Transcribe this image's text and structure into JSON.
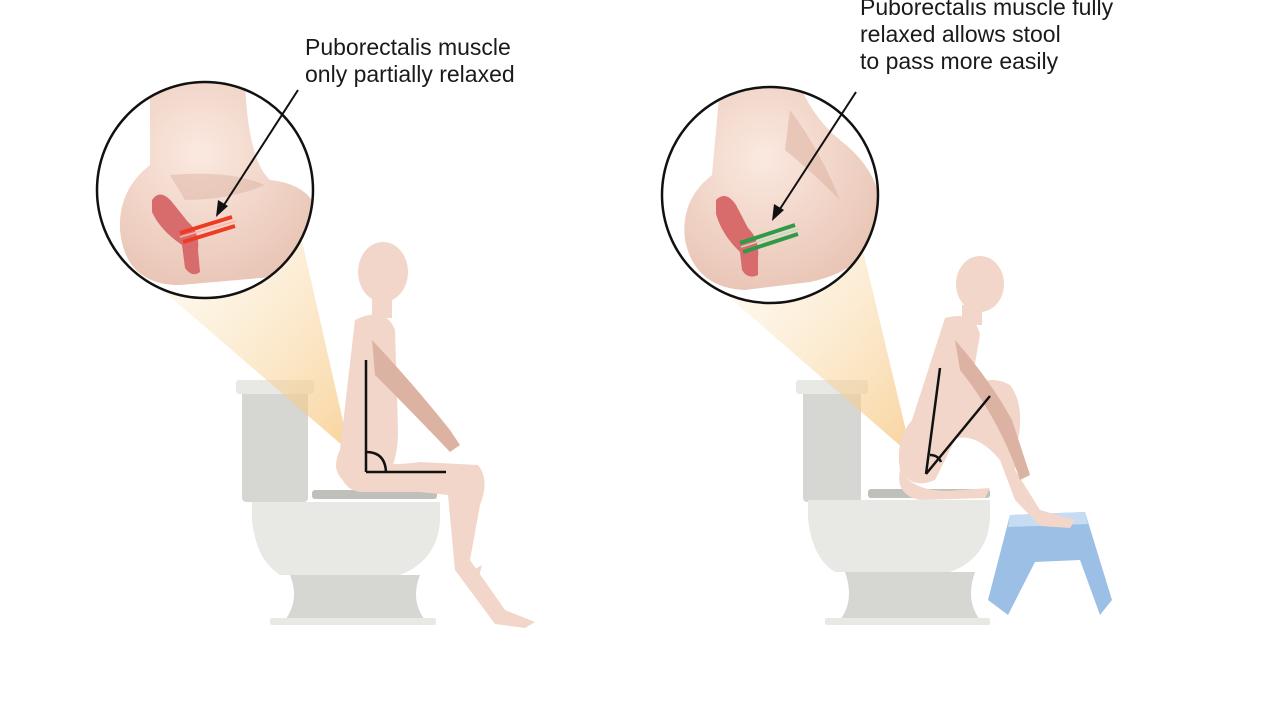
{
  "panels": [
    {
      "id": "left",
      "caption_lines": [
        "Puborectalis muscle",
        "only partially relaxed"
      ],
      "muscle_color": "#ee3b24",
      "posture": "seated"
    },
    {
      "id": "right",
      "caption_lines": [
        "Puborectalis muscle fully",
        "relaxed allows stool",
        "to pass more easily"
      ],
      "muscle_color": "#2f9a48",
      "posture": "squatting-with-footstool"
    }
  ],
  "colors": {
    "skin": "#f2d6c9",
    "skin_shadow": "#dcb3a3",
    "toilet": "#d6d6d3",
    "toilet_light": "#e8e8e5",
    "seat": "#bfbfbb",
    "rectum": "#d86b6b",
    "zoom_cone": "#f8d59a",
    "stool": "#9cbfe6"
  }
}
